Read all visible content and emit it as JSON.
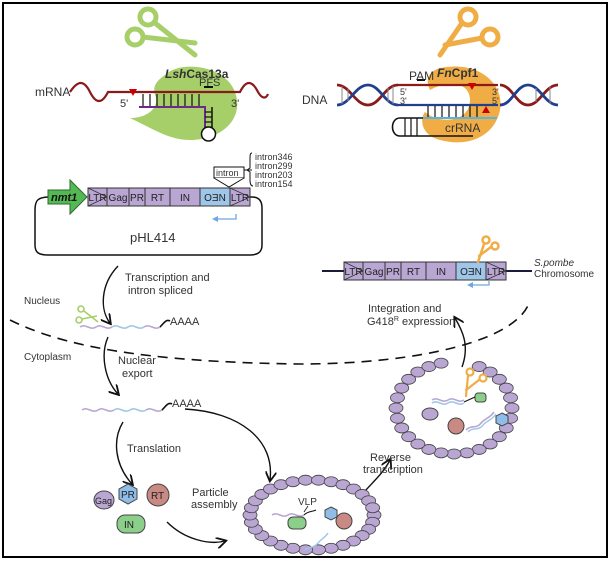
{
  "figure": {
    "title": "Retrotransposon-based CRISPR cleavage assay with pHL414",
    "colors": {
      "cas13_green": "#a6cf6a",
      "cpf1_orange": "#f0ad45",
      "mrna_red": "#8b1a1a",
      "dna_blue": "#1f3f8f",
      "segment_purple": "#b9a6d3",
      "neo_blue": "#9fc6e8",
      "nmt1_green": "#54b855",
      "rt_red": "#c98a84",
      "in_green": "#8ccf8a",
      "pr_blue": "#8fbde8"
    }
  },
  "panel_cas13a": {
    "enzyme_label_italic": "Lsh",
    "enzyme_label_rest": "Cas13a",
    "substrate_label": "mRNA",
    "motif_label": "PFS",
    "end_5": "5'",
    "end_3": "3'"
  },
  "panel_cpf1": {
    "enzyme_label_italic": "Fn",
    "enzyme_label_rest": "Cpf1",
    "substrate_label": "DNA",
    "motif_label": "PAM",
    "guide_label": "crRNA",
    "left_ends": [
      "5'",
      "3'"
    ],
    "right_ends": [
      "3'",
      "5'"
    ]
  },
  "plasmid": {
    "name": "pHL414",
    "promoter": "nmt1",
    "segments": [
      "LTR",
      "Gag",
      "PR",
      "RT",
      "IN",
      "OƎN",
      "LTR"
    ],
    "intron_box": "intron",
    "intron_variants": [
      "intron346",
      "intron299",
      "intron203",
      "intron154"
    ]
  },
  "chromosome": {
    "segments": [
      "LTR",
      "Gag",
      "PR",
      "RT",
      "IN",
      "OƎN",
      "LTR"
    ],
    "label_species": "S.pombe",
    "label_rest": "Chromosome"
  },
  "compartments": {
    "nucleus": "Nucleus",
    "cytoplasm": "Cytoplasm"
  },
  "steps": {
    "transcription_1": "Transcription and",
    "transcription_2": "intron spliced",
    "export_1": "Nuclear",
    "export_2": "export",
    "translation": "Translation",
    "assembly_1": "Particle",
    "assembly_2": "assembly",
    "rt_1": "Reverse",
    "rt_2": "transcription",
    "integration_1": "Integration and",
    "integration_2": "G418",
    "integration_sup": "R",
    "integration_3": " expression"
  },
  "polyA": "AAAA",
  "proteins": {
    "gag": "Gag",
    "pr": "PR",
    "rt": "RT",
    "in": "IN"
  },
  "vlp_label": "VLP"
}
